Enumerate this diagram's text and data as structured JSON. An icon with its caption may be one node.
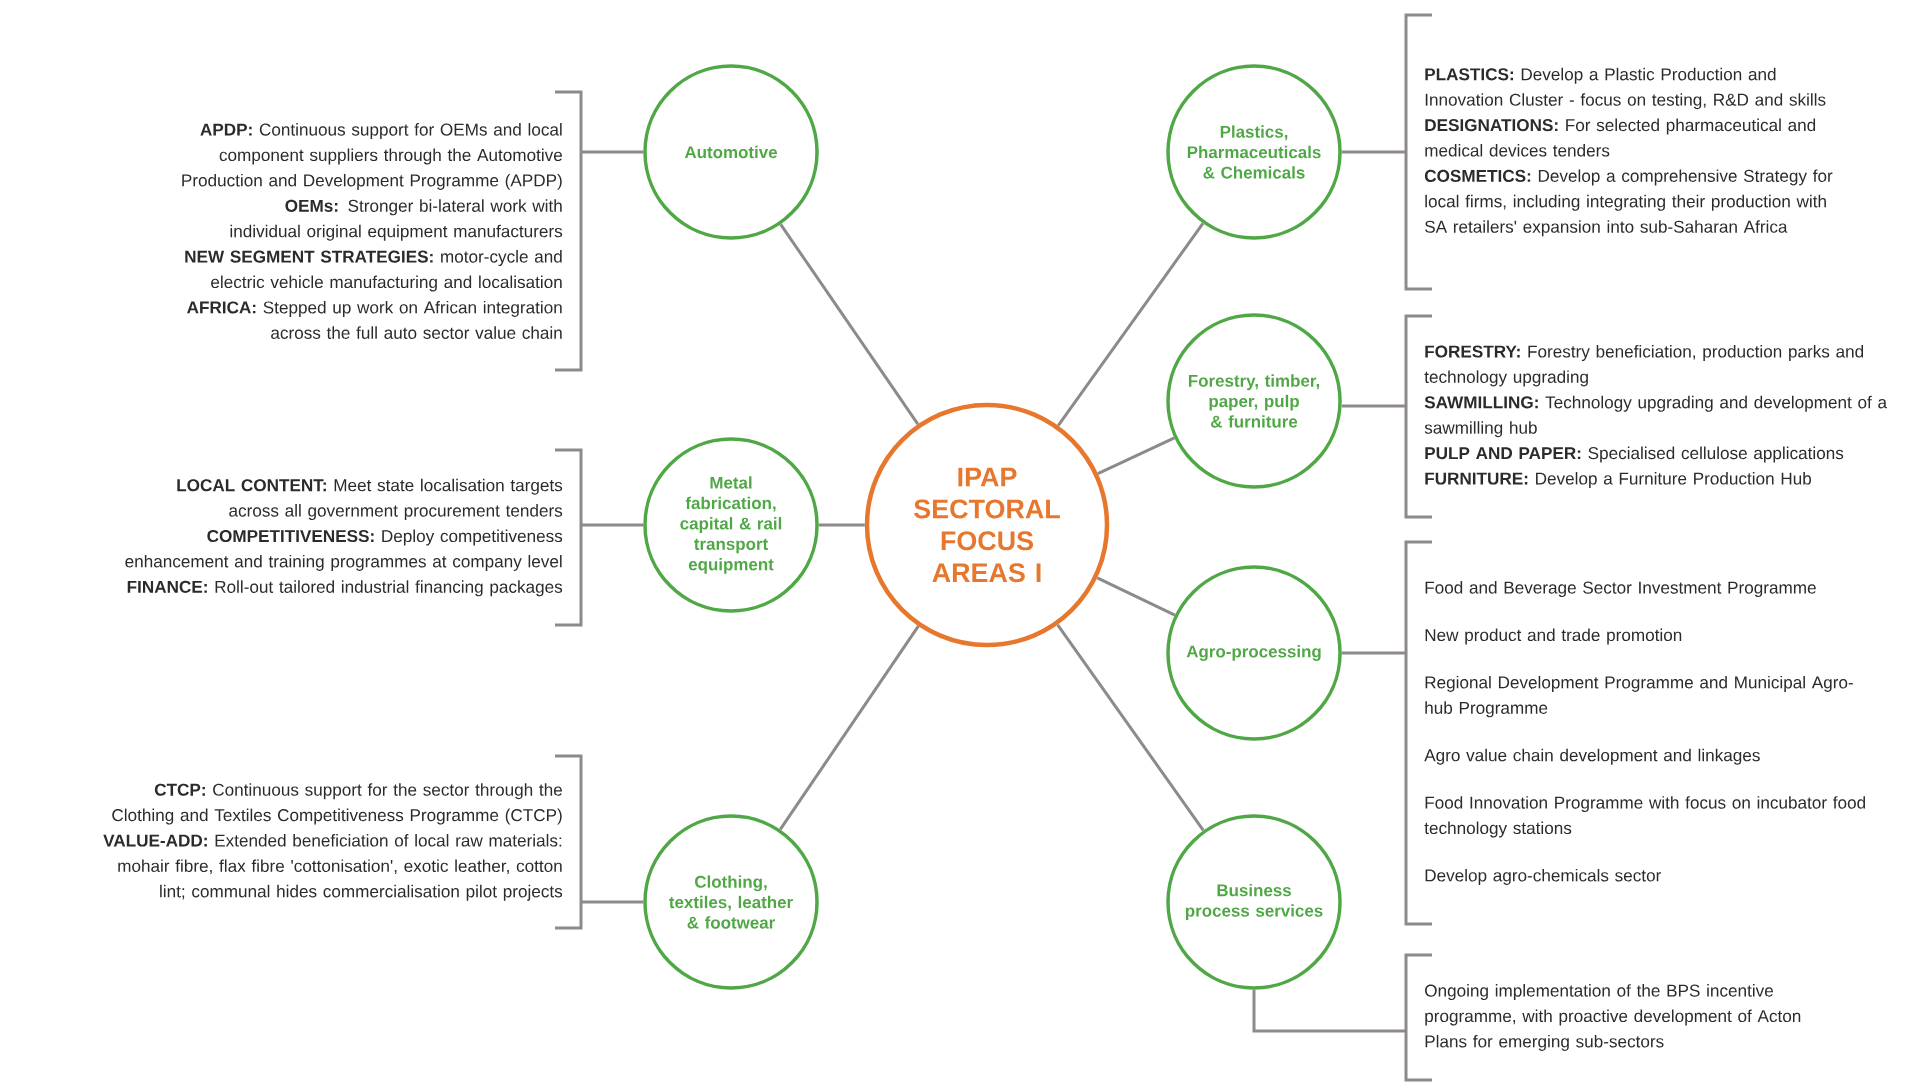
{
  "diagram": {
    "nodes": [
      {
        "text": [
          "IPAP SECTORAL FOCUS AREAS I"
        ]
      },
      {
        "text": [
          "Automotive"
        ]
      },
      {
        "text": [
          "Metal fabrication, capital & rail transport equipment"
        ]
      },
      {
        "text": [
          "Clothing, textiles, leather & footwear"
        ]
      },
      {
        "text": [
          "Plastics, Pharmaceuticals & Chemicals"
        ]
      },
      {
        "text": [
          "Forestry, timber, paper, pulp & furniture"
        ]
      },
      {
        "text": [
          "Agro-processing"
        ]
      },
      {
        "text": [
          "Business process services"
        ]
      },
      {
        "text": [
          "**APDP:** Continuous support for OEMs and local component suppliers through the Automotive Production and Development Programme (APDP)",
          "**OEMs:** Stronger bi-lateral work with individual original equipment manufacturers",
          "**NEW SEGMENT STRATEGIES:** motor-cycle and electric vehicle manufacturing and localisation",
          "**AFRICA:** Stepped up work on African integration across the full auto sector value chain"
        ]
      },
      {
        "text": [
          "**LOCAL CONTENT:** Meet state localisation targets across all government procurement tenders",
          "**COMPETITIVENESS:** Deploy competitiveness enhancement and training programmes at company level",
          "**FINANCE:** Roll-out tailored industrial financing packages"
        ]
      },
      {
        "text": [
          "**CTCP:** Continuous support for the sector through the Clothing and Textiles Competitiveness Programme (CTCP)",
          "**VALUE-ADD:** Extended beneficiation of local raw materials: mohair fibre, flax fibre 'cottonisation', exotic leather, cotton lint; communal hides commercialisation pilot projects"
        ]
      },
      {
        "text": [
          "**PLASTICS:** Develop a Plastic Production and Innovation Cluster - focus on testing, R&D and skills",
          "**DESIGNATIONS:** For selected pharmaceutical and medical devices tenders",
          "**COSMETICS:** Develop a comprehensive Strategy for local firms, including integrating their production with SA retailers' expansion into sub-Saharan Africa"
        ]
      },
      {
        "text": [
          "**FORESTRY:** Forestry beneficiation, production parks and technology upgrading",
          "**SAWMILLING:** Technology upgrading and development of a sawmilling hub",
          "**PULP AND PAPER:** Specialised cellulose applications",
          "**FURNITURE:** Develop a Furniture Production Hub"
        ]
      },
      {
        "text": [
          "Food and Beverage Sector Investment Programme",
          "New product and trade promotion",
          "Regional Development Programme and Municipal Agro-hub Programme",
          "Agro value chain development and linkages",
          "Food Innovation Programme with focus on incubator food technology stations",
          "Develop agro-chemicals sector"
        ]
      },
      {
        "text": [
          "Ongoing implementation of the BPS incentive programme, with proactive development of Acton Plans for emerging sub-sectors"
        ]
      }
    ],
    "edges": [
      {
        "from": 0,
        "to": 1,
        "arrow": "none"
      },
      {
        "from": 0,
        "to": 2,
        "arrow": "none"
      },
      {
        "from": 0,
        "to": 3,
        "arrow": "none"
      },
      {
        "from": 0,
        "to": 4,
        "arrow": "none"
      },
      {
        "from": 0,
        "to": 5,
        "arrow": "none"
      },
      {
        "from": 0,
        "to": 6,
        "arrow": "none"
      },
      {
        "from": 0,
        "to": 7,
        "arrow": "none"
      },
      {
        "from": 1,
        "to": 8,
        "arrow": "none"
      },
      {
        "from": 2,
        "to": 9,
        "arrow": "none"
      },
      {
        "from": 3,
        "to": 10,
        "arrow": "none"
      },
      {
        "from": 4,
        "to": 11,
        "arrow": "none"
      },
      {
        "from": 5,
        "to": 12,
        "arrow": "none"
      },
      {
        "from": 6,
        "to": 13,
        "arrow": "none"
      },
      {
        "from": 7,
        "to": 14,
        "arrow": "none"
      }
    ]
  }
}
